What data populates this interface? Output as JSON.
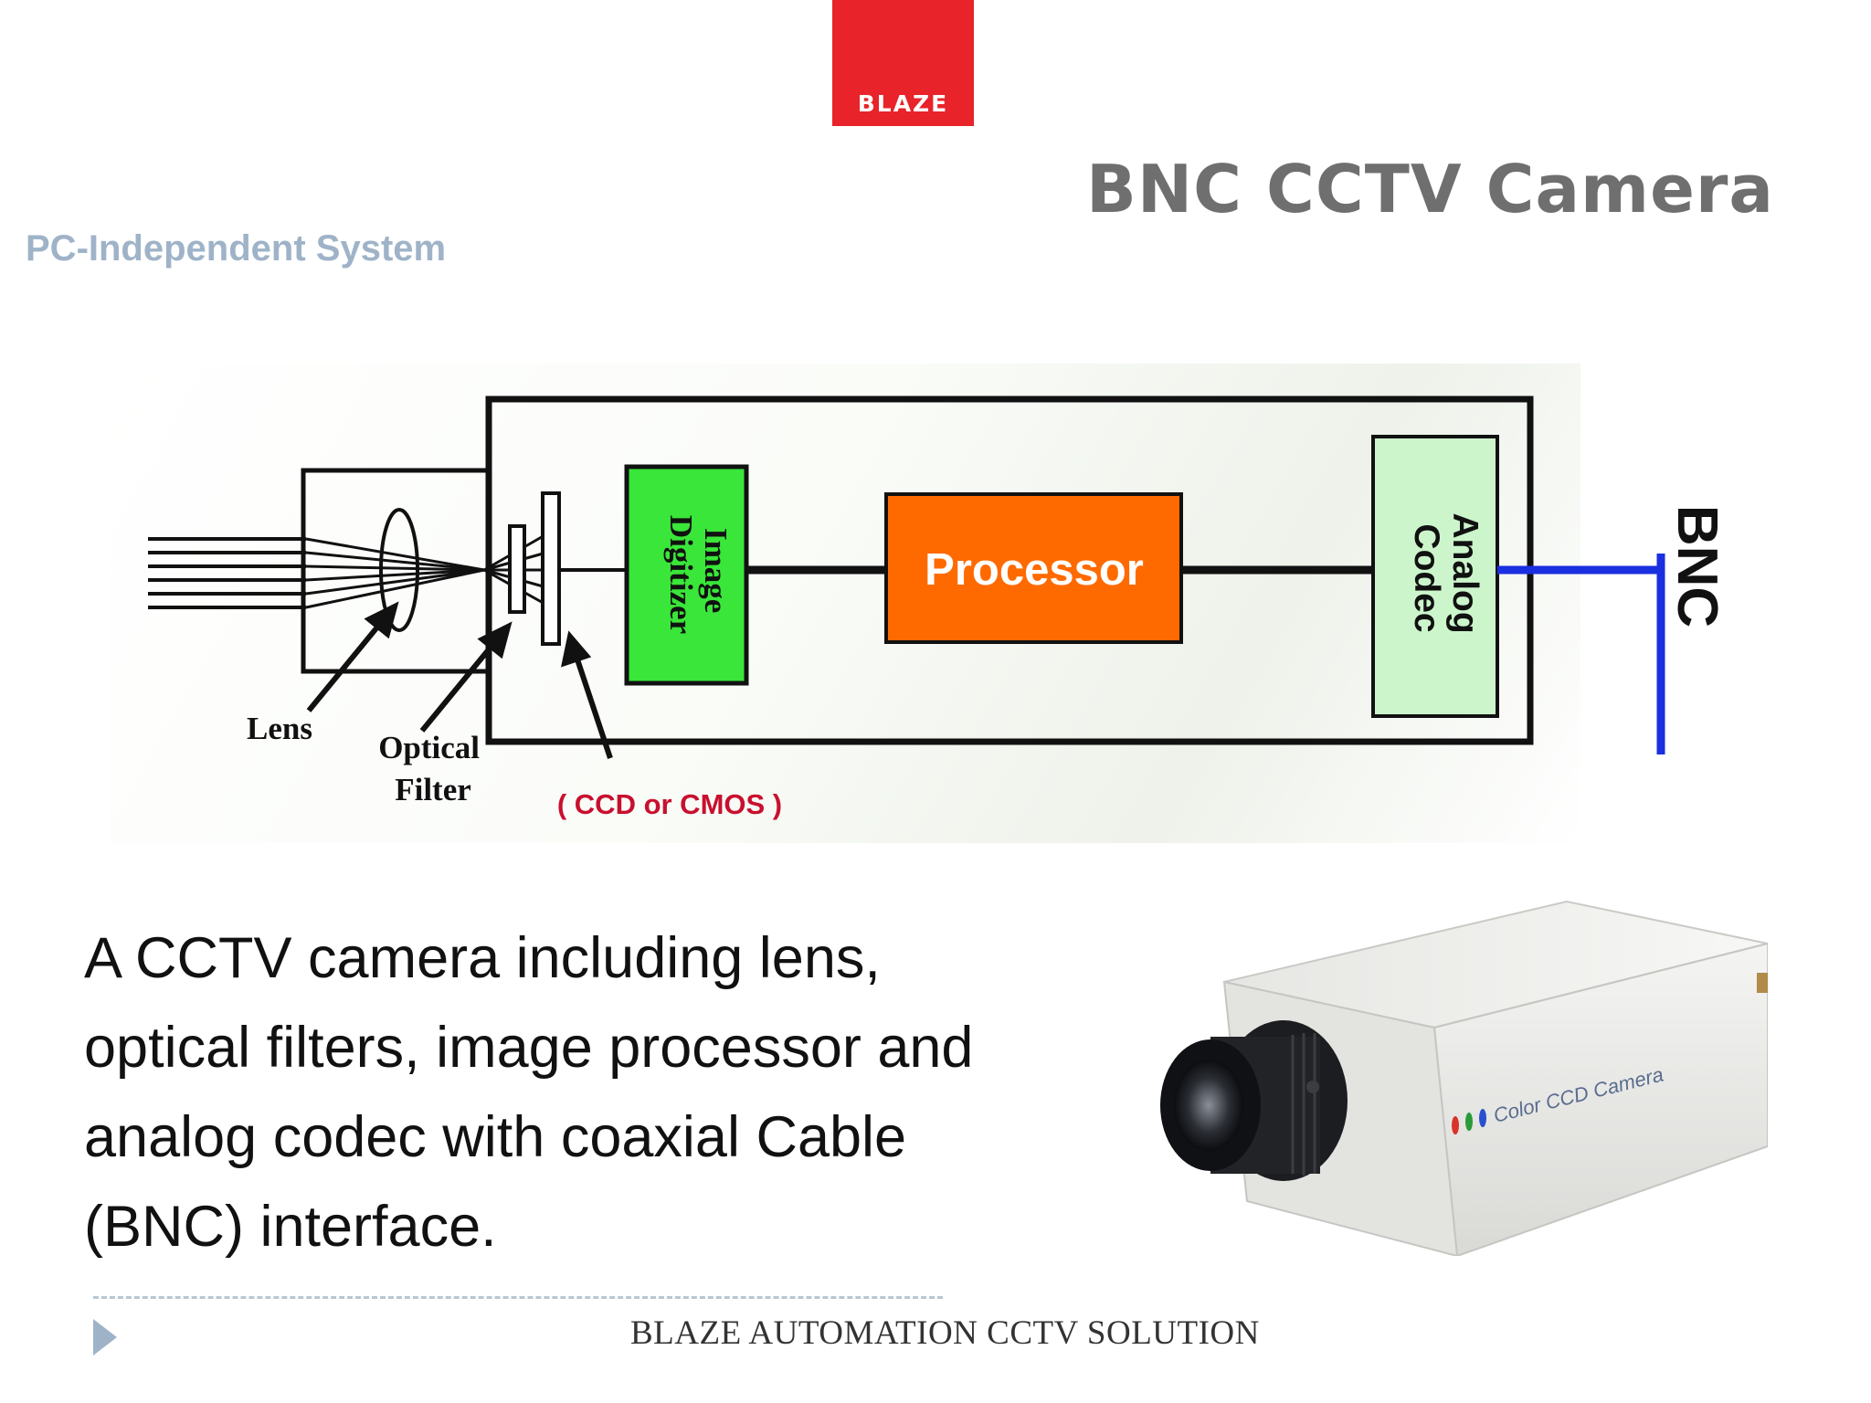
{
  "logo": {
    "text": "BLAZE",
    "color": "#e8232a"
  },
  "title": "BNC CCTV Camera",
  "subtitle": "PC-Independent System",
  "diagram": {
    "image_digitizer": [
      "Image",
      "Digitizer"
    ],
    "processor": "Processor",
    "analog_codec": [
      "Analog",
      "Codec"
    ],
    "bnc": "BNC",
    "lens_label": "Lens",
    "optical_filter_label": [
      "Optical",
      "Filter"
    ],
    "sensor_label": "( CCD or CMOS )",
    "colors": {
      "digitizer": "#39e639",
      "processor": "#ff6a00",
      "codec": "#ccf5cc",
      "bnc_wire": "#1a2fe0",
      "sensor_label": "#c8102e"
    }
  },
  "body_text": "A CCTV camera including lens, optical filters, image processor and analog codec with coaxial Cable (BNC) interface.",
  "camera_photo": {
    "label": "Color CCD Camera",
    "dots": [
      "#d8332a",
      "#2a9a3a",
      "#2a4fd0"
    ]
  },
  "footer": {
    "text": "BLAZE AUTOMATION CCTV SOLUTION",
    "arrow_icon": "triangle-right-icon"
  }
}
